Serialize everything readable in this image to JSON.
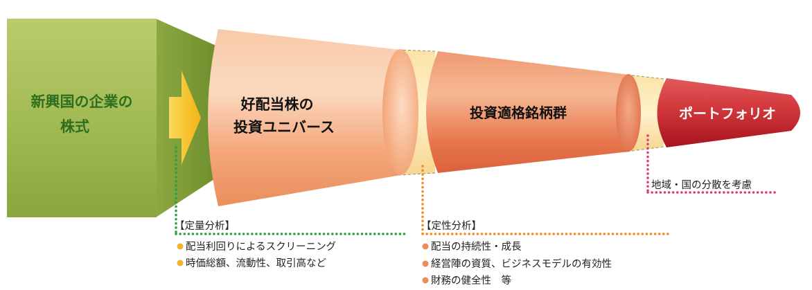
{
  "source_box": {
    "line1": "新興国の企業の",
    "line2": "株式"
  },
  "stage1": {
    "line1": "好配当株の",
    "line2": "投資ユニバース"
  },
  "stage2": {
    "label": "投資適格銘柄群"
  },
  "stage3": {
    "label": "ポートフォリオ"
  },
  "note_diversify": "地域・国の分散を考慮",
  "quant": {
    "heading": "【定量分析】",
    "items": [
      "配当利回りによるスクリーニング",
      "時価総額、流動性、取引高など"
    ]
  },
  "qual": {
    "heading": "【定性分析】",
    "items": [
      "配当の持続性・成長",
      "経営陣の資質、ビジネスモデルの有効性",
      "財務の健全性　等"
    ]
  },
  "colors": {
    "green_box": "#a5bd56",
    "green_text": "#2e6f1f",
    "quant_dots": "#2ea043",
    "qual_dots": "#f08a24",
    "diversify_dots": "#e03a6a",
    "bullet_quant": "#f2b233",
    "bullet_qual": "#ec8a5a",
    "arrow": "#f6c21b",
    "portfolio": "#c8232d"
  }
}
